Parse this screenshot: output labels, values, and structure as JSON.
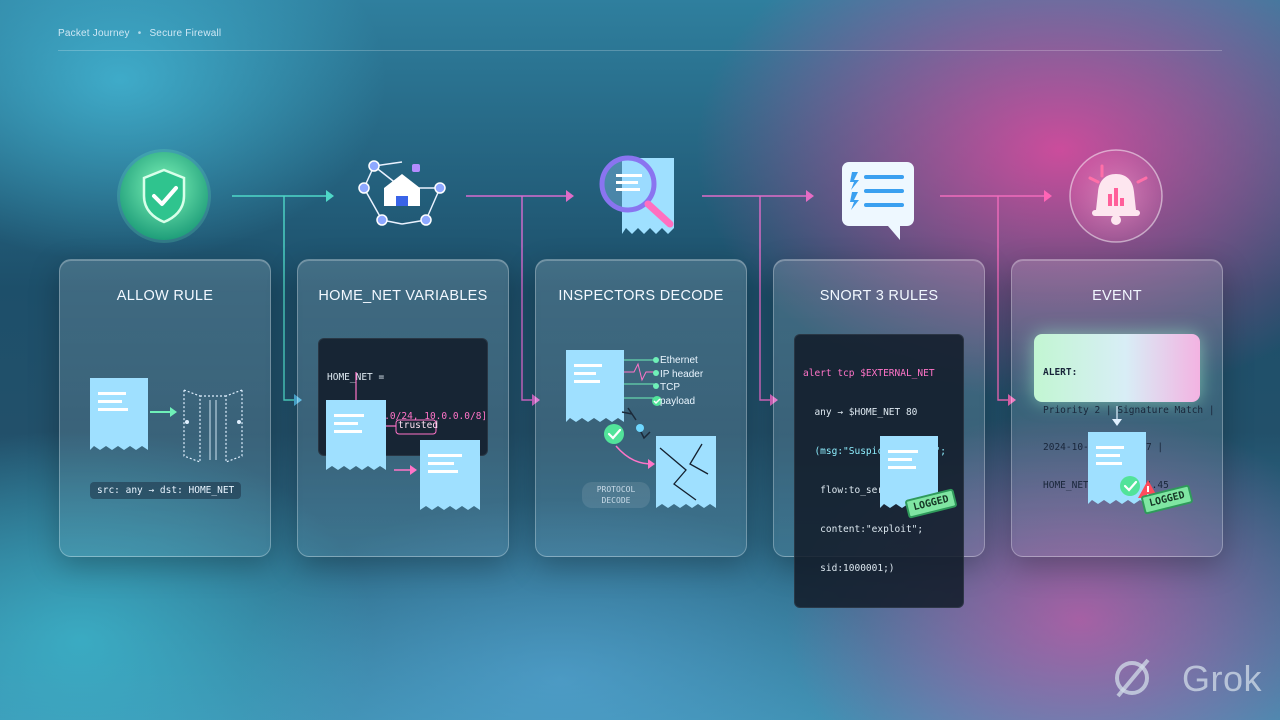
{
  "header": {
    "breadcrumb_1": "Packet Journey",
    "separator": "•",
    "breadcrumb_2": "Secure Firewall"
  },
  "steps": [
    {
      "title": "ALLOW RULE",
      "icon": "shield-check-icon",
      "rule_text": "src: any → dst: HOME_NET"
    },
    {
      "title": "HOME_NET VARIABLES",
      "icon": "network-home-icon",
      "var_line1": "HOME_NET =",
      "var_line2": "[192.168.1.0/24, 10.0.0.0/8]",
      "tag": "trusted"
    },
    {
      "title": "INSPECTORS DECODE",
      "icon": "magnifier-document-icon",
      "layers": [
        "Ethernet",
        "IP header",
        "TCP",
        "payload"
      ],
      "badge_line1": "PROTOCOL",
      "badge_line2": "DECODE"
    },
    {
      "title": "SNORT 3 RULES",
      "icon": "rule-list-icon",
      "rule_lines": [
        "alert tcp $EXTERNAL_NET",
        "  any → $HOME_NET 80",
        "  (msg:\"Suspicious HTTP\";",
        "   flow:to_server;",
        "   content:\"exploit\";",
        "   sid:1000001;)"
      ],
      "stamp": "LOGGED"
    },
    {
      "title": "EVENT",
      "icon": "alarm-bell-icon",
      "alert_lines": [
        "ALERT:",
        "Priority 2 | Signature Match |",
        "2024-10-15 14:32:07 |",
        "HOME_NET: 192.168.1.45"
      ],
      "stamp": "LOGGED"
    }
  ],
  "watermark": {
    "text": "Grok"
  },
  "colors": {
    "arrow_start": "#3fd4c8",
    "arrow_end": "#ff5fb8",
    "doc_blue": "#9fe0ff",
    "ok_green": "#52e39a",
    "alert_red": "#ff4b5c"
  }
}
